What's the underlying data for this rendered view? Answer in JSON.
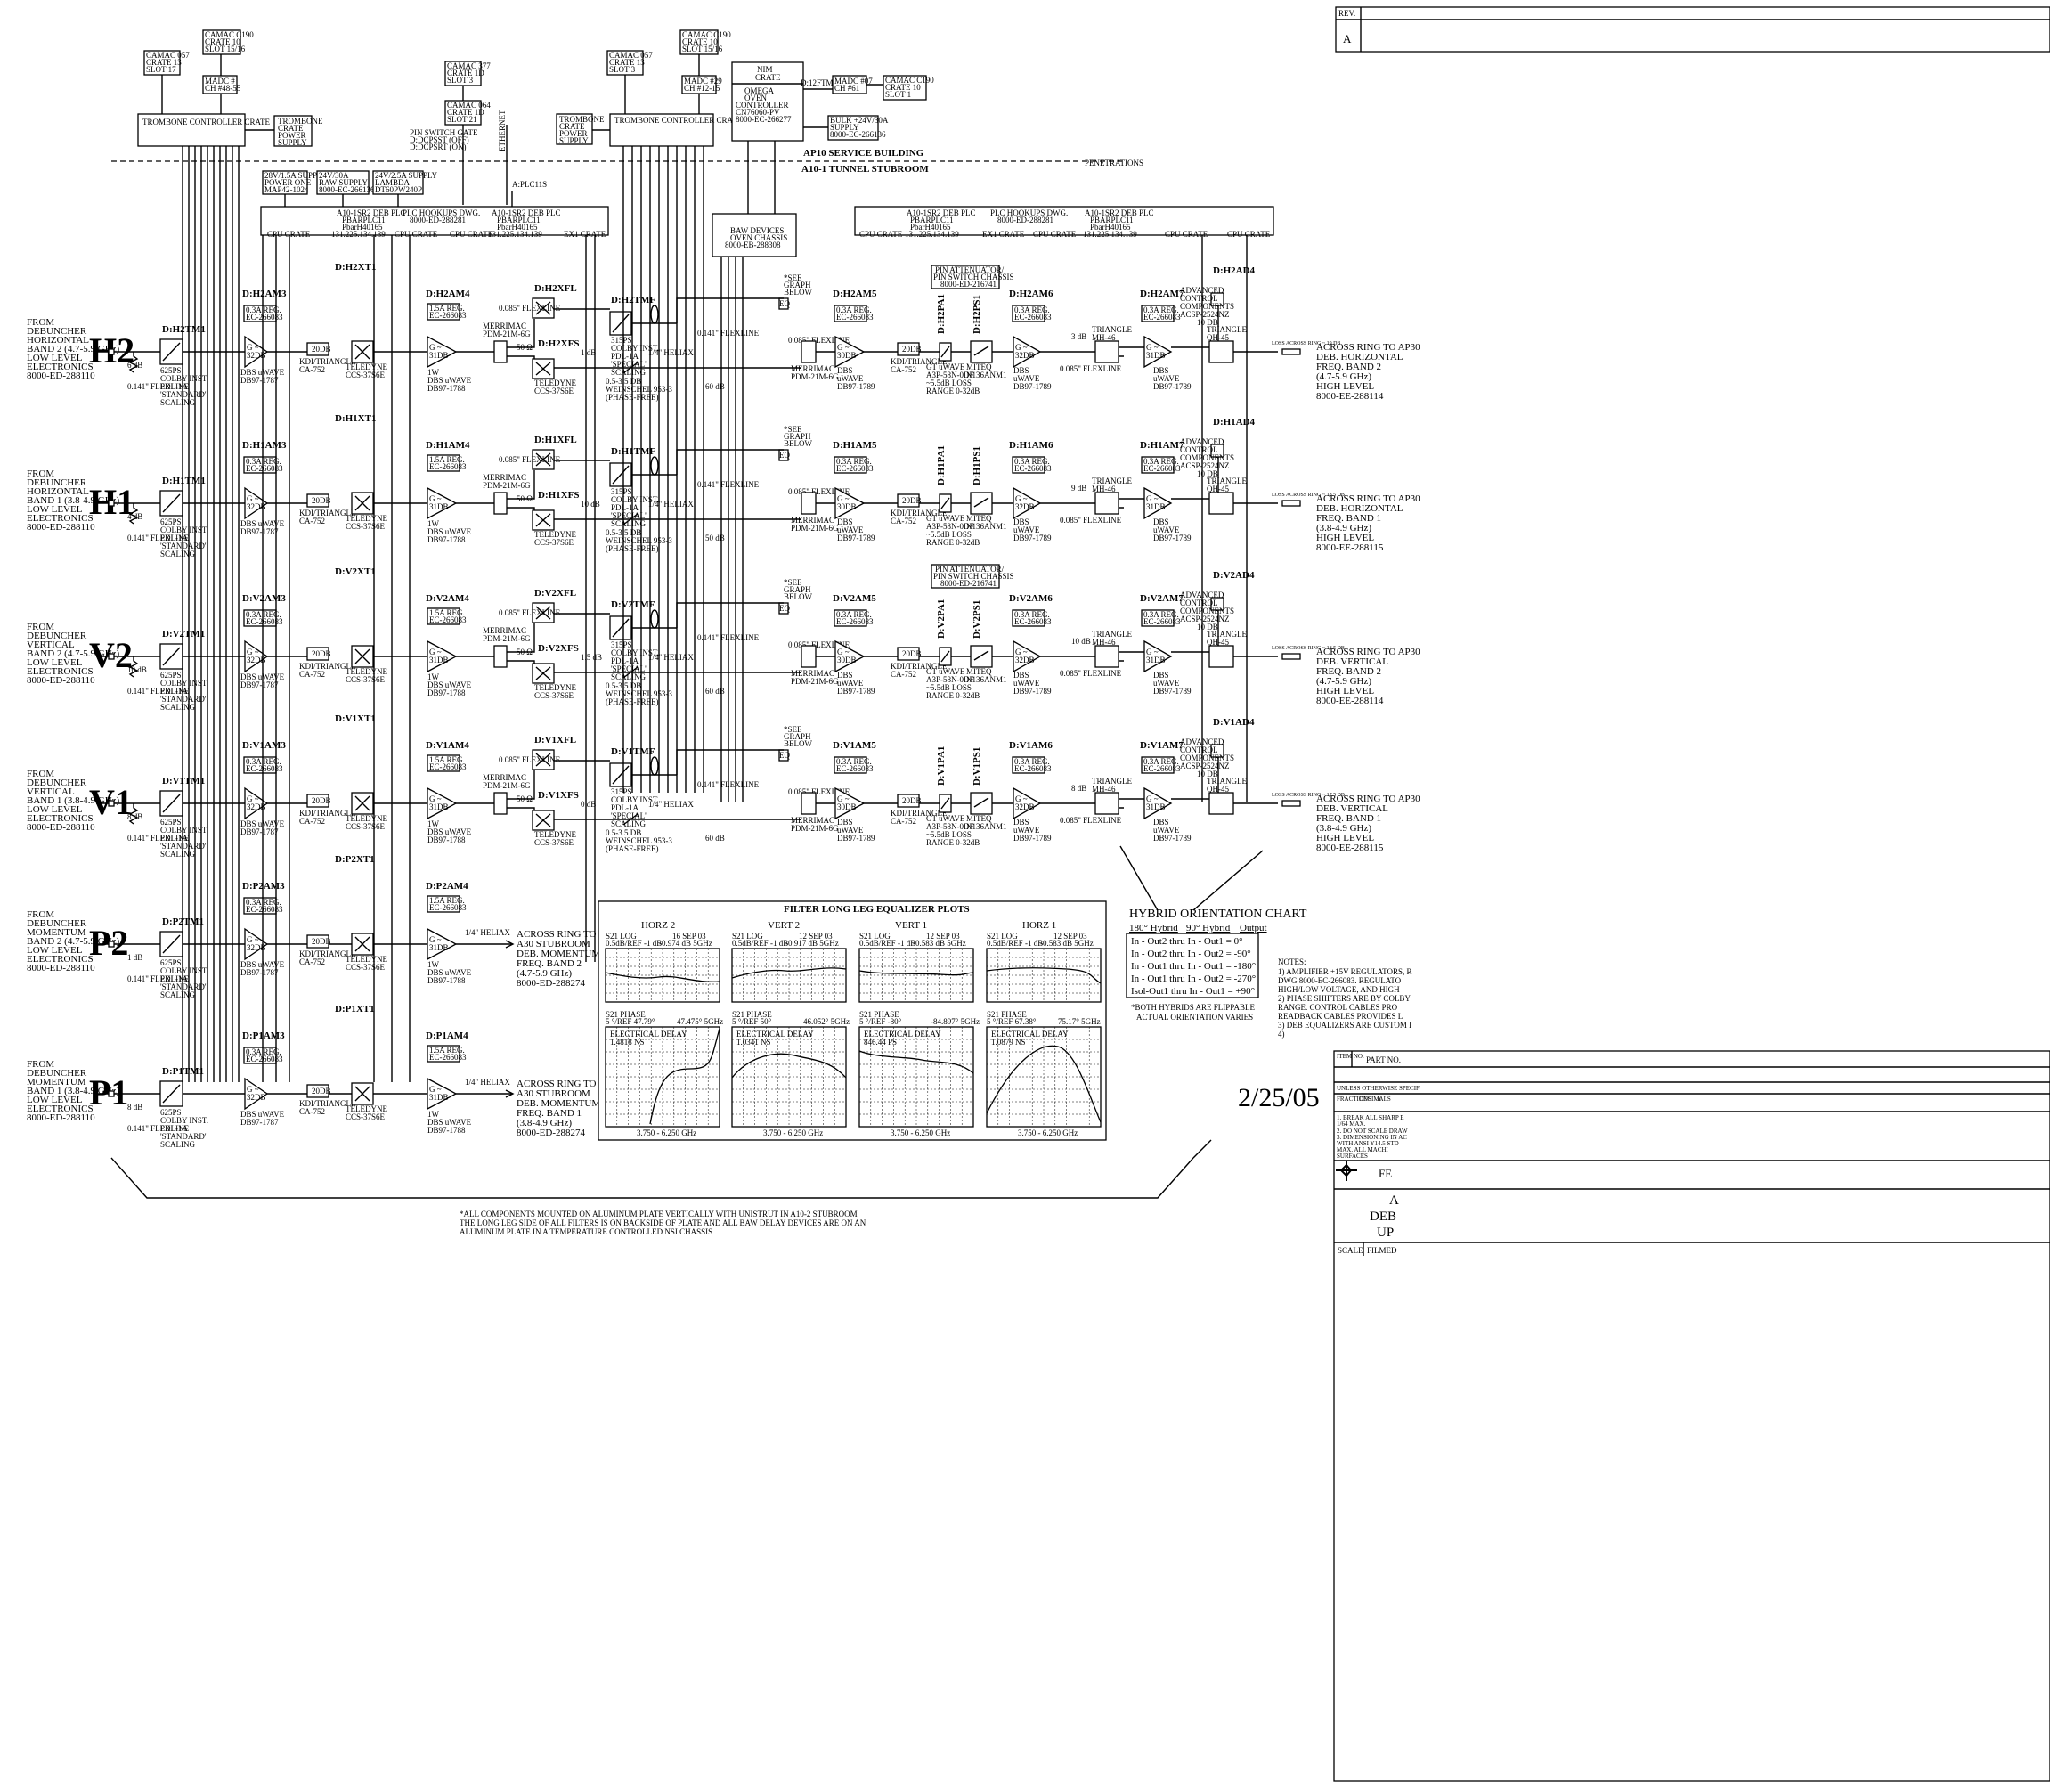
{
  "rev": {
    "label": "REV.",
    "value": "A"
  },
  "zones": {
    "top": "AP10 SERVICE BUILDING",
    "bottom": "A10-1 TUNNEL STUBROOM",
    "penetrations": "PENETRATIONS"
  },
  "crates": {
    "trombone_left": "TROMBONE CONTROLLER CRATE",
    "trombone_right": "TROMBONE CONTROLLER CRATE",
    "power_left": [
      "TROMBONE",
      "CRATE",
      "POWER",
      "SUPPLY"
    ],
    "power_right": [
      "TROMBONE",
      "CRATE",
      "POWER",
      "SUPPLY"
    ],
    "camac_a": [
      "CAMAC 057",
      "CRATE 13",
      "SLOT 17"
    ],
    "camac_b": [
      "CAMAC C190",
      "CRATE 10",
      "SLOT 15/16"
    ],
    "madc_a": [
      "MADC #",
      "CH #48-55"
    ],
    "camac_c": [
      "CAMAC 377",
      "CRATE 1D",
      "SLOT 3"
    ],
    "camac_d": [
      "CAMAC 064",
      "CRATE 1D",
      "SLOT 21"
    ],
    "camac_e": [
      "CAMAC 057",
      "CRATE 13",
      "SLOT 3"
    ],
    "camac_f": [
      "CAMAC C190",
      "CRATE 10",
      "SLOT 15/16"
    ],
    "madc_b": [
      "MADC #29",
      "CH #12-15"
    ],
    "nim": [
      "NIM",
      "CRATE"
    ],
    "omega": [
      "OMEGA",
      "OVEN",
      "CONTROLLER",
      "CN76060-PV",
      "8000-EC-266277"
    ],
    "madc_c": [
      "MADC #07",
      "CH #61"
    ],
    "camac_g": [
      "CAMAC C190",
      "CRATE 10",
      "SLOT 1"
    ],
    "bulk": [
      "BULK +24V/30A",
      "SUPPLY",
      "8000-EC-266136"
    ],
    "pin_gate": [
      "PIN SWITCH GATE",
      "D:DCPSST (OFF)",
      "D:DCPSRT (ON)"
    ],
    "ethernet": "ETHERNET",
    "d12ftmp": "D:12FTMP",
    "plc11s": "A:PLC11S",
    "supply1": [
      "28V/1.5A SUPPLY",
      "POWER ONE",
      "MAP42-1024"
    ],
    "supply2": [
      "24V/30A",
      "RAW SUPPLY",
      "8000-EC-266136"
    ],
    "supply3": [
      "24V/2.5A SUPPLY",
      "LAMBDA",
      "DT60PW240P"
    ],
    "plc_left": [
      "A10-1SR2 DEB PLC",
      "PBARPLC11",
      "PbarH40165",
      "131.225.134.139",
      "PLC HOOKUPS DWG.",
      "8000-ED-288281"
    ],
    "plc_right": [
      "A10-1SR2 DEB PLC",
      "PBARPLC11",
      "PbarH40165",
      "131.225.134.139",
      "PLC HOOKUPS DWG.",
      "8000-ED-288281"
    ],
    "baw": [
      "BAW DEVICES",
      "OVEN CHASSIS",
      "8000-EB-288308"
    ],
    "cpu": "CPU CRATE",
    "ex1": "EX1 CRATE"
  },
  "channels": [
    {
      "id": "H2",
      "tm": "D:H2TM1",
      "am3": "D:H2AM3",
      "xt": "D:H2XT1",
      "am4": "D:H2AM4",
      "tmf": "D:H2TMF",
      "xfl": "D:H2XFL",
      "xfs": "D:H2XFS",
      "am5": "D:H2AM5",
      "pa": "D:H2PA1",
      "ps": "D:H2PS1",
      "am6": "D:H2AM6",
      "am7": "D:H2AM7",
      "ad": "D:H2AD4",
      "source": [
        "FROM",
        "DEBUNCHER",
        "HORIZONTAL",
        "BAND 2 (4.7-5.9 GHz)",
        "LOW LEVEL",
        "ELECTRONICS",
        "8000-ED-288110"
      ],
      "sma_in": "6 dB",
      "sma_mid": "1 dB",
      "sma_out": "3 dB",
      "sma_60": "60 dB",
      "dest": [
        "ACROSS RING TO AP30",
        "DEB. HORIZONTAL",
        "FREQ. BAND 2",
        "(4.7-5.9 GHz)",
        "HIGH LEVEL",
        "8000-EE-288114"
      ],
      "loss": "LOSS ACROSS RING ~ 19 DB"
    },
    {
      "id": "H1",
      "tm": "D:H1TM1",
      "am3": "D:H1AM3",
      "xt": "D:H1XT1",
      "am4": "D:H1AM4",
      "tmf": "D:H1TMF",
      "xfl": "D:H1XFL",
      "xfs": "D:H1XFS",
      "am5": "D:H1AM5",
      "pa": "D:H1PA1",
      "ps": "D:H1PS1",
      "am6": "D:H1AM6",
      "am7": "D:H1AM7",
      "ad": "D:H1AD4",
      "source": [
        "FROM",
        "DEBUNCHER",
        "HORIZONTAL",
        "BAND 1 (3.8-4.9 GHz)",
        "LOW LEVEL",
        "ELECTRONICS",
        "8000-ED-288110"
      ],
      "sma_in": "4 dB",
      "sma_mid": "10 dB",
      "sma_out": "9 dB",
      "sma_60": "50 dB",
      "dest": [
        "ACROSS RING TO AP30",
        "DEB. HORIZONTAL",
        "FREQ. BAND 1",
        "(3.8-4.9 GHz)",
        "HIGH LEVEL",
        "8000-EE-288115"
      ],
      "loss": "LOSS ACROSS RING ~ 18.5 DB"
    },
    {
      "id": "V2",
      "tm": "D:V2TM1",
      "am3": "D:V2AM3",
      "xt": "D:V2XT1",
      "am4": "D:V2AM4",
      "tmf": "D:V2TMF",
      "xfl": "D:V2XFL",
      "xfs": "D:V2XFS",
      "am5": "D:V2AM5",
      "pa": "D:V2PA1",
      "ps": "D:V2PS1",
      "am6": "D:V2AM6",
      "am7": "D:V2AM7",
      "ad": "D:V2AD4",
      "source": [
        "FROM",
        "DEBUNCHER",
        "VERTICAL",
        "BAND 2 (4.7-5.9 GHz)",
        "LOW LEVEL",
        "ELECTRONICS",
        "8000-ED-288110"
      ],
      "sma_in": "10 dB",
      "sma_mid": "1.5 dB",
      "sma_out": "10 dB",
      "sma_60": "60 dB",
      "dest": [
        "ACROSS RING TO AP30",
        "DEB. VERTICAL",
        "FREQ. BAND 2",
        "(4.7-5.9 GHz)",
        "HIGH LEVEL",
        "8000-EE-288114"
      ],
      "loss": "LOSS ACROSS RING ~ 18.5 DB"
    },
    {
      "id": "V1",
      "tm": "D:V1TM1",
      "am3": "D:V1AM3",
      "xt": "D:V1XT1",
      "am4": "D:V1AM4",
      "tmf": "D:V1TMF",
      "xfl": "D:V1XFL",
      "xfs": "D:V1XFS",
      "am5": "D:V1AM5",
      "pa": "D:V1PA1",
      "ps": "D:V1PS1",
      "am6": "D:V1AM6",
      "am7": "D:V1AM7",
      "ad": "D:V1AD4",
      "source": [
        "FROM",
        "DEBUNCHER",
        "VERTICAL",
        "BAND 1 (3.8-4.9 GHz)",
        "LOW LEVEL",
        "ELECTRONICS",
        "8000-ED-288110"
      ],
      "sma_in": "8 dB",
      "sma_mid": "0 dB",
      "sma_out": "8 dB",
      "sma_60": "60 dB",
      "dest": [
        "ACROSS RING TO AP30",
        "DEB. VERTICAL",
        "FREQ. BAND 1",
        "(3.8-4.9 GHz)",
        "HIGH LEVEL",
        "8000-EE-288115"
      ],
      "loss": "LOSS ACROSS RING ~ 17.5 DB"
    }
  ],
  "momentum": [
    {
      "id": "P2",
      "tm": "D:P2TM1",
      "am3": "D:P2AM3",
      "xt": "D:P2XT1",
      "am4": "D:P2AM4",
      "source": [
        "FROM",
        "DEBUNCHER",
        "MOMENTUM",
        "BAND 2 (4.7-5.9 GHz)",
        "LOW LEVEL",
        "ELECTRONICS",
        "8000-ED-288110"
      ],
      "sma_in": "1 dB",
      "dest": [
        "ACROSS RING TO",
        "A30 STUBROOM",
        "DEB. MOMENTUM",
        "FREQ. BAND 2",
        "(4.7-5.9 GHz)",
        "8000-ED-288274"
      ]
    },
    {
      "id": "P1",
      "tm": "D:P1TM1",
      "am3": "D:P1AM3",
      "xt": "D:P1XT1",
      "am4": "D:P1AM4",
      "source": [
        "FROM",
        "DEBUNCHER",
        "MOMENTUM",
        "BAND 1 (3.8-4.9 GHz)",
        "LOW LEVEL",
        "ELECTRONICS",
        "8000-ED-288110"
      ],
      "sma_in": "8 dB",
      "dest": [
        "ACROSS RING TO",
        "A30 STUBROOM",
        "DEB. MOMENTUM",
        "FREQ. BAND 1",
        "(3.8-4.9 GHz)",
        "8000-ED-288274"
      ]
    }
  ],
  "components": {
    "trombone": [
      "625PS",
      "COLBY INST.",
      "PDL-1A",
      "'STANDARD'",
      "SCALING"
    ],
    "amp32": [
      "G ~",
      "32DB"
    ],
    "amp32_label": [
      "DBS uWAVE",
      "DB97-1787"
    ],
    "reg": [
      "0.3A REG.",
      "EC-266083"
    ],
    "reg15": [
      "1.5A REG.",
      "EC-266083"
    ],
    "kdi": [
      "KDI/TRIANGLE",
      "CA-752"
    ],
    "teledyne": [
      "TELEDYNE",
      "CCS-37S6E"
    ],
    "sw20db": "20DB",
    "amp31": [
      "G ~",
      "31DB"
    ],
    "amp31_label": [
      "1W",
      "DBS uWAVE",
      "DB97-1788"
    ],
    "merrimac": [
      "MERRIMAC",
      "PDM-21M-6G"
    ],
    "colby315": [
      "315PS",
      "COLBY INST.",
      "PDL-1A",
      "'SPECIAL'",
      "SCALING"
    ],
    "weinschel": [
      "0.5-3.5 DB",
      "WEINSCHEL 953-3",
      "(PHASE-FREE)"
    ],
    "amp30": [
      "G ~",
      "30DB"
    ],
    "amp30_label": [
      "DBS",
      "uWAVE",
      "DB97-1789"
    ],
    "gt": [
      "GT uWAVE",
      "A3P-58N-0DF",
      "~5.5dB LOSS",
      "RANGE 0-32dB"
    ],
    "miteq": [
      "MITEQ",
      "N136ANM1"
    ],
    "triangle": [
      "TRIANGLE",
      "MH-46"
    ],
    "adv": [
      "ADVANCED",
      "CONTROL",
      "COMPONENTS",
      "ACSP-2524NZ"
    ],
    "tri_qh": [
      "TRIANGLE",
      "QH-45"
    ],
    "flex085": "0.085\" FLEXLINE",
    "flex141": "0.141\" FLEXLINE",
    "heliax": "1/4\" HELIAX",
    "ohm50": "50 Ω",
    "db10": "10 DB",
    "see_graph": [
      "*SEE",
      "GRAPH",
      "BELOW"
    ],
    "eq": "EQ",
    "pin_att": [
      "PIN ATTENUATOR/",
      "PIN SWITCH CHASSIS",
      "8000-ED-216741"
    ]
  },
  "plots": {
    "title": "FILTER LONG LEG EQUALIZER PLOTS",
    "axis_range": "3.750 - 6.250 GHz",
    "panels": [
      {
        "name": "HORZ 2",
        "log": [
          "S21 LOG",
          "0.5dB/REF -1 dB",
          "16 SEP 03",
          "-0.974 dB  5GHz"
        ],
        "phase": [
          "S21  PHASE",
          "5 °/REF 47.79°",
          "47.475°  5GHz"
        ],
        "delay": [
          "ELECTRICAL DELAY",
          "1.4818 NS"
        ]
      },
      {
        "name": "VERT 2",
        "log": [
          "S21 LOG",
          "0.5dB/REF -1 dB",
          "12 SEP 03",
          "-0.917 dB  5GHz"
        ],
        "phase": [
          "S21  PHASE",
          "5 °/REF 50°",
          "46.052°  5GHz"
        ],
        "delay": [
          "ELECTRICAL DELAY",
          "1.0341 NS"
        ]
      },
      {
        "name": "VERT 1",
        "log": [
          "S21 LOG",
          "0.5dB/REF -1 dB",
          "12 SEP 03",
          "-0.583 dB  5GHz"
        ],
        "phase": [
          "S21  PHASE",
          "5 °/REF -80°",
          "-84.897°  5GHz"
        ],
        "delay": [
          "ELECTRICAL DELAY",
          "846.44 PS"
        ]
      },
      {
        "name": "HORZ 1",
        "log": [
          "S21 LOG",
          "0.5dB/REF -1 dB",
          "12 SEP 03",
          "-0.583 dB  5GHz"
        ],
        "phase": [
          "S21  PHASE",
          "5 °/REF 67.38°",
          "75.17°  5GHz"
        ],
        "delay": [
          "ELECTRICAL DELAY",
          "1.0879 NS"
        ]
      }
    ]
  },
  "hybrid": {
    "title": "HYBRID ORIENTATION CHART",
    "headers": [
      "180° Hybrid",
      "90° Hybrid",
      "Output"
    ],
    "rows": [
      "In - Out2  thru  In - Out1  =    0°",
      "In - Out2  thru  In - Out2  =  -90°",
      "In - Out1  thru  In - Out1  = -180°",
      "In - Out1  thru  In - Out2  = -270°",
      "Isol-Out1  thru  In - Out1  =  +90°"
    ],
    "note": [
      "*BOTH HYBRIDS ARE FLIPPABLE",
      "ACTUAL ORIENTATION VARIES"
    ]
  },
  "notes": {
    "title": "NOTES:",
    "lines": [
      "1) AMPLIFIER +15V REGULATORS, R",
      "    DWG 8000-EC-266083.  REGULATO",
      "    HIGH/LOW VOLTAGE, AND HIGH",
      "2) PHASE SHIFTERS ARE BY COLBY",
      "    RANGE.  CONTROL CABLES PRO",
      "    READBACK CABLES PROVIDES L",
      "3) DEB EQUALIZERS ARE CUSTOM I",
      "4)"
    ]
  },
  "footer": [
    "*ALL COMPONENTS MOUNTED ON ALUMINUM PLATE VERTICALLY WITH UNISTRUT IN A10-2 STUBROOM",
    "THE LONG LEG SIDE OF ALL FILTERS IS ON BACKSIDE OF PLATE AND ALL BAW DELAY DEVICES ARE ON AN",
    "ALUMINUM PLATE IN A TEMPERATURE CONTROLLED NSI CHASSIS"
  ],
  "date": "2/25/05",
  "titleblock": {
    "item": "ITEM NO.",
    "part": "PART NO.",
    "unless": "UNLESS OTHERWISE SPECIF",
    "tol": [
      "FRACTIONS",
      "DECIMALS",
      "A"
    ],
    "lines": [
      "1. BREAK ALL SHARP E",
      "   1/64 MAX.",
      "2. DO NOT SCALE DRAW",
      "3. DIMENSIONING IN AC",
      "   WITH ANSI Y14.5 STD",
      "   MAX. ALL MACHI",
      "   SURFACES"
    ],
    "fe": "FE",
    "t1": "A",
    "t2": "DEB",
    "t3": "UP",
    "scale": "SCALE",
    "filmed": "FILMED"
  }
}
